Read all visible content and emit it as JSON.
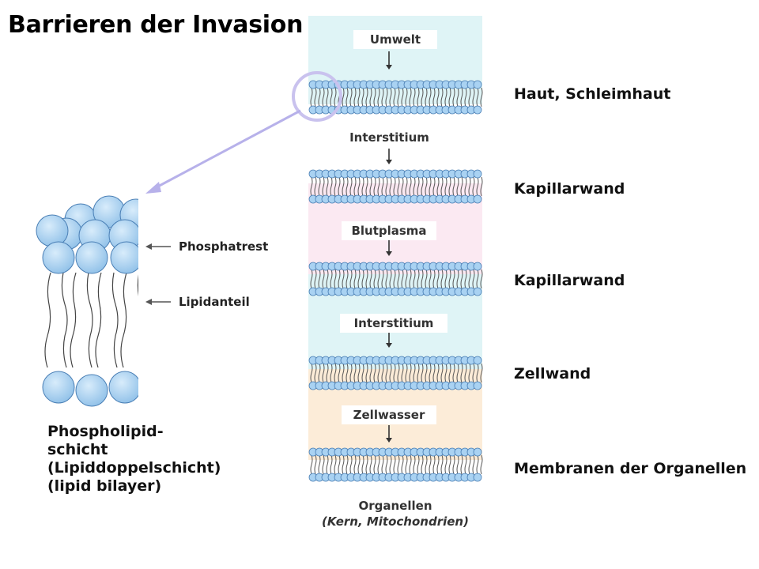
{
  "title": "Barrieren der Invasion",
  "compartments": [
    {
      "label": "Umwelt"
    },
    {
      "label": "Interstitium"
    },
    {
      "label": "Blutplasma"
    },
    {
      "label": "Interstitium"
    },
    {
      "label": "Zellwasser"
    },
    {
      "label": "Organellen",
      "sublabel": "(Kern, Mitochondrien)"
    }
  ],
  "barriers": [
    {
      "label": "Haut, Schleimhaut"
    },
    {
      "label": "Kapillarwand"
    },
    {
      "label": "Kapillarwand"
    },
    {
      "label": "Zellwand"
    },
    {
      "label": "Membranen der Organellen"
    }
  ],
  "bilayer_parts": {
    "phosphate": "Phosphatrest",
    "lipid": "Lipidanteil"
  },
  "caption": {
    "line1": "Phospholipid-",
    "line2": "schicht",
    "line3": "(Lipiddoppelschicht)",
    "line4": "(lipid bilayer)"
  },
  "colors": {
    "membrane_head": "#a9d2f2",
    "membrane_head_stroke": "#4a7fb5",
    "band_interstitium": "#dff4f6",
    "band_plasma": "#fbe9f2",
    "band_cell": "#fcecd8",
    "zoom_circle": "#c9c2ee",
    "zoom_arrow": "#a9a3e6"
  },
  "icons": {
    "flow_arrow": "down-arrow-icon",
    "pointer_arrow": "left-arrow-icon"
  }
}
